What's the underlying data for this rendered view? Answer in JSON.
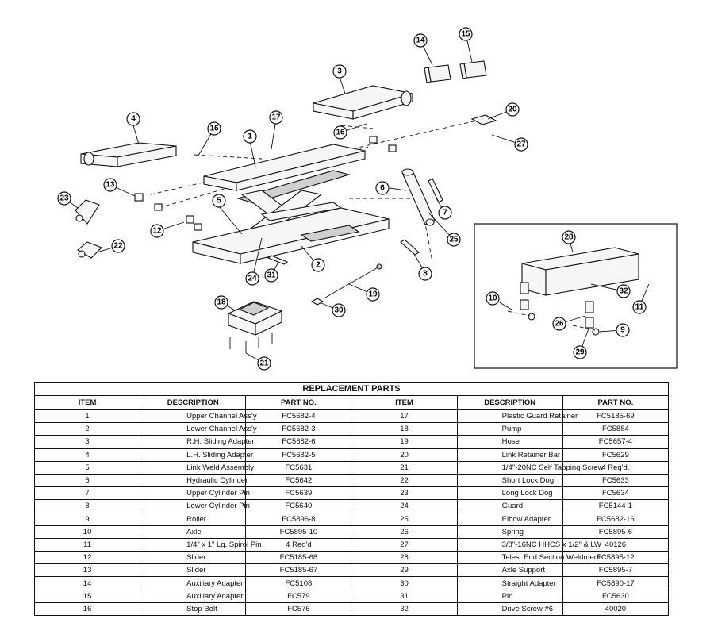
{
  "diagram": {
    "callouts": [
      "1",
      "2",
      "3",
      "4",
      "5",
      "6",
      "7",
      "8",
      "9",
      "10",
      "11",
      "12",
      "13",
      "14",
      "15",
      "16",
      "16",
      "17",
      "18",
      "19",
      "20",
      "21",
      "22",
      "23",
      "24",
      "25",
      "26",
      "27",
      "28",
      "29",
      "30",
      "31",
      "32"
    ]
  },
  "table": {
    "title": "REPLACEMENT PARTS",
    "headers": {
      "item": "ITEM",
      "description": "DESCRIPTION",
      "part_no": "PART NO.",
      "item2": "ITEM",
      "description2": "DESCRIPTION",
      "part_no2": "PART NO."
    },
    "rows": [
      {
        "item": "1",
        "desc": "Upper Channel Ass'y",
        "part": "FC5682-4",
        "item2": "17",
        "desc2": "Plastic Guard Retainer",
        "part2": "FC5185-69"
      },
      {
        "item": "2",
        "desc": "Lower Channel Ass'y",
        "part": "FC5682-3",
        "item2": "18",
        "desc2": "Pump",
        "part2": "FC5884"
      },
      {
        "item": "3",
        "desc": "R.H. Sliding Adapter",
        "part": "FC5682-6",
        "item2": "19",
        "desc2": "Hose",
        "part2": "FC5657-4"
      },
      {
        "item": "4",
        "desc": "L.H. Sliding Adapter",
        "part": "FC5682-5",
        "item2": "20",
        "desc2": "Link Retainer Bar",
        "part2": "FC5629"
      },
      {
        "item": "5",
        "desc": "Link Weld Assembly",
        "part": "FC5631",
        "item2": "21",
        "desc2": "1/4\"-20NC Self Tapping Screw",
        "part2": "4 Req'd."
      },
      {
        "item": "6",
        "desc": "Hydraulic Cylinder",
        "part": "FC5642",
        "item2": "22",
        "desc2": "Short Lock Dog",
        "part2": "FC5633"
      },
      {
        "item": "7",
        "desc": "Upper Cylinder Pin",
        "part": "FC5639",
        "item2": "23",
        "desc2": "Long Lock Dog",
        "part2": "FC5634"
      },
      {
        "item": "8",
        "desc": "Lower Cylinder Pin",
        "part": "FC5640",
        "item2": "24",
        "desc2": "Guard",
        "part2": "FC5144-1"
      },
      {
        "item": "9",
        "desc": "Roller",
        "part": "FC5896-8",
        "item2": "25",
        "desc2": "Elbow Adapter",
        "part2": "FC5682-16"
      },
      {
        "item": "10",
        "desc": "Axle",
        "part": "FC5895-10",
        "item2": "26",
        "desc2": "Spring",
        "part2": "FC5895-6"
      },
      {
        "item": "11",
        "desc": "1/4\" x 1\" Lg. Spirol Pin",
        "part": "4 Req'd",
        "item2": "27",
        "desc2": "3/8\"-16NC HHCS x 1/2\" & LW",
        "part2": "40126"
      },
      {
        "item": "12",
        "desc": "Slider",
        "part": "FC5185-68",
        "item2": "28",
        "desc2": "Teles. End Section Weldment",
        "part2": "FC5895-12"
      },
      {
        "item": "13",
        "desc": "Slider",
        "part": "FC5185-67",
        "item2": "29",
        "desc2": "Axle Support",
        "part2": "FC5895-7"
      },
      {
        "item": "14",
        "desc": "Auxiliary Adapter",
        "part": "FC5108",
        "item2": "30",
        "desc2": "Straight Adapter",
        "part2": "FC5890-17"
      },
      {
        "item": "15",
        "desc": "Auxiliary Adapter",
        "part": "FC579",
        "item2": "31",
        "desc2": "Pin",
        "part2": "FC5630"
      },
      {
        "item": "16",
        "desc": "Stop Bolt",
        "part": "FC576",
        "item2": "32",
        "desc2": "Drive Screw #6",
        "part2": "40020"
      }
    ]
  }
}
